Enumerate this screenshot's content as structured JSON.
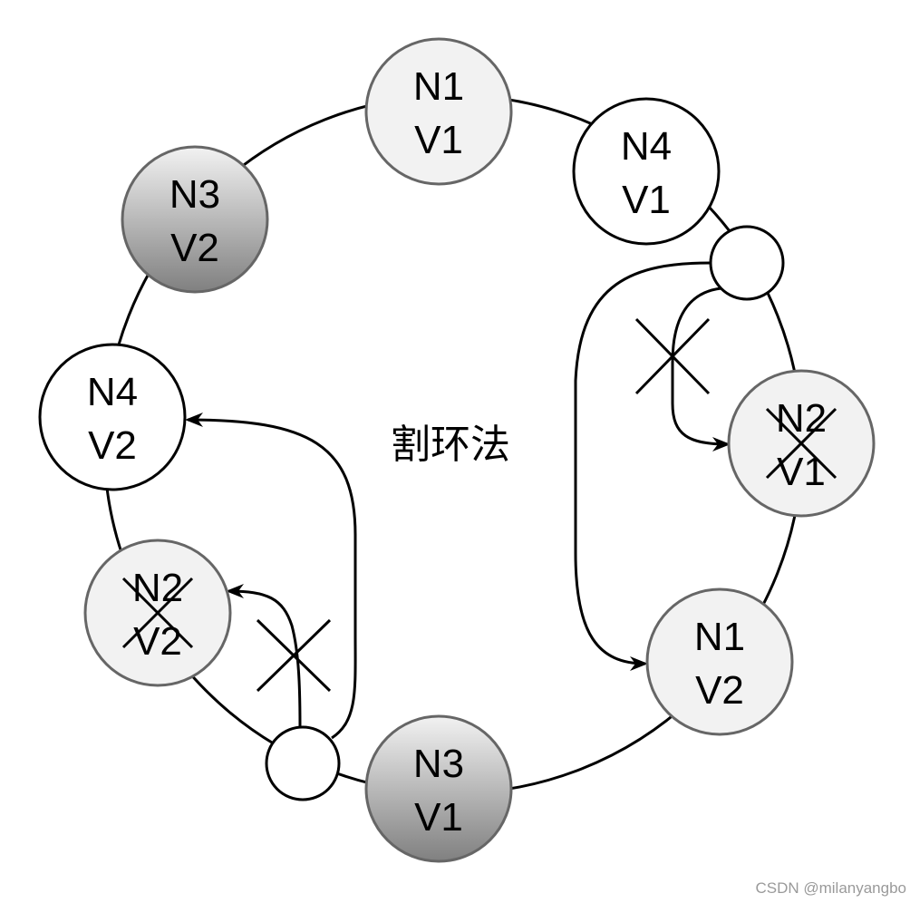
{
  "diagram": {
    "title": "割环法",
    "watermark": "CSDN @milanyangbo",
    "colors": {
      "stroke": "#000000",
      "node_stroke_gray": "#666666",
      "light_fill": "#f2f2f2",
      "white_fill": "#ffffff",
      "gradient_top": "#f2f2f2",
      "gradient_bottom": "#808080"
    },
    "nodes": [
      {
        "id": "n1v1",
        "line1": "N1",
        "line2": "V1",
        "fill": "light",
        "crossed": false
      },
      {
        "id": "n4v1",
        "line1": "N4",
        "line2": "V1",
        "fill": "white",
        "crossed": false
      },
      {
        "id": "n2v1",
        "line1": "N2",
        "line2": "V1",
        "fill": "light",
        "crossed": true
      },
      {
        "id": "n1v2",
        "line1": "N1",
        "line2": "V2",
        "fill": "light",
        "crossed": false
      },
      {
        "id": "n3v1",
        "line1": "N3",
        "line2": "V1",
        "fill": "gradient",
        "crossed": false
      },
      {
        "id": "n2v2",
        "line1": "N2",
        "line2": "V2",
        "fill": "light",
        "crossed": true
      },
      {
        "id": "n4v2",
        "line1": "N4",
        "line2": "V2",
        "fill": "white",
        "crossed": false
      },
      {
        "id": "n3v2",
        "line1": "N3",
        "line2": "V2",
        "fill": "gradient",
        "crossed": false
      }
    ]
  }
}
